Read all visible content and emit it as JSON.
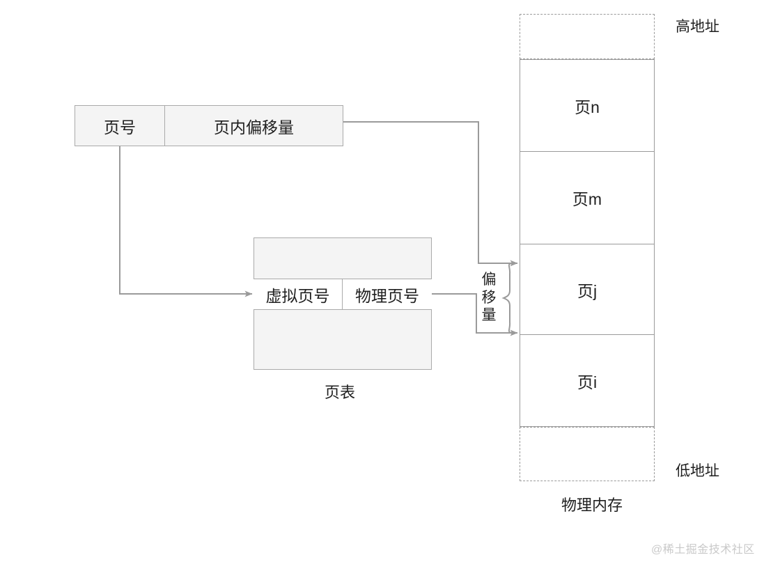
{
  "diagram": {
    "title_caption_page_table": "页表",
    "caption_physical_memory": "物理内存",
    "watermark": "@稀土掘金技术社区"
  },
  "virtual_address": {
    "page_number_label": "页号",
    "offset_label": "页内偏移量"
  },
  "page_table": {
    "virtual_page_number_label": "虚拟页号",
    "physical_page_number_label": "物理页号",
    "caption": "页表"
  },
  "offset_brace": {
    "label_chars": [
      "偏",
      "移",
      "量"
    ],
    "label": "偏移量"
  },
  "physical_memory": {
    "high_address_label": "高地址",
    "low_address_label": "低地址",
    "caption": "物理内存",
    "cells": [
      {
        "label": "页n"
      },
      {
        "label": "页m"
      },
      {
        "label": "页j"
      },
      {
        "label": "页i"
      }
    ]
  },
  "colors": {
    "box_fill": "#f4f4f4",
    "box_border": "#a9a9a9",
    "memory_border": "#9a9a9a",
    "connector": "#9a9a9a",
    "text": "#1f1f1f",
    "watermark": "#c9c9c9",
    "background": "#ffffff"
  }
}
